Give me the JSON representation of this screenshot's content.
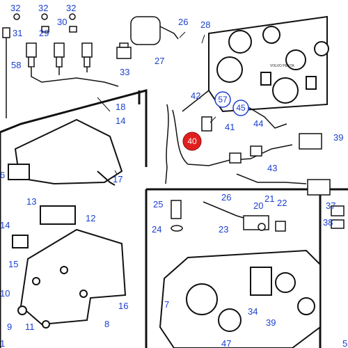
{
  "diagram": {
    "part_numbers": [
      "1",
      "5",
      "6",
      "7",
      "8",
      "9",
      "10",
      "11",
      "12",
      "13",
      "14",
      "15",
      "16",
      "17",
      "18",
      "20",
      "21",
      "22",
      "23",
      "24",
      "25",
      "26",
      "27",
      "28",
      "29",
      "30",
      "31",
      "32",
      "33",
      "34",
      "37",
      "38",
      "39",
      "40",
      "41",
      "42",
      "43",
      "44",
      "45",
      "47",
      "57",
      "58"
    ],
    "highlighted_part": "40",
    "circled_parts": [
      "57",
      "45"
    ],
    "panel_text": "VOLVO PENTA",
    "colors": {
      "label": "#1a3fd1",
      "highlight": "#e11f1f",
      "line": "#111111"
    }
  }
}
